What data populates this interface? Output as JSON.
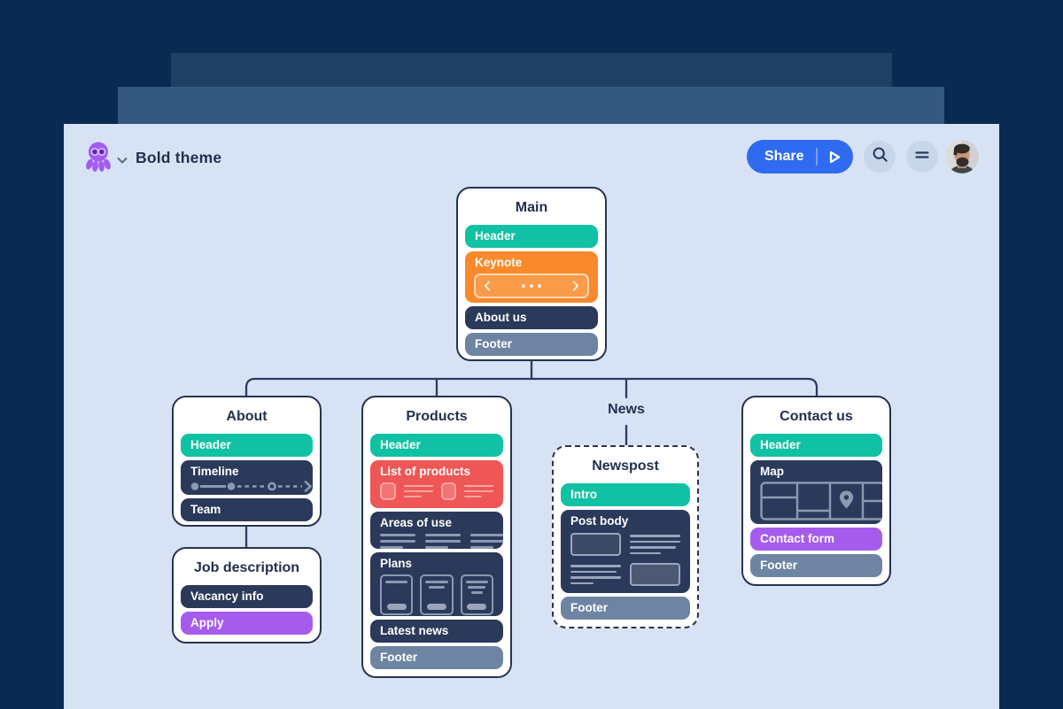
{
  "palette": {
    "background": "#0a2a52",
    "backdrop_layer_1": "#1e4065",
    "backdrop_layer_2": "#35587f",
    "window_background": "#d7e3f5",
    "accent_blue": "#2e6bf0",
    "teal_block": "#10c2a3",
    "orange_block": "#f98a2b",
    "red_block": "#ef5656",
    "navy_block": "#2b3a5a",
    "slate_block": "#6e84a3",
    "purple_block": "#a55ced",
    "connector_line": "#2c3b5c"
  },
  "header": {
    "app_title": "Bold theme",
    "share_button": "Share",
    "icons": {
      "logo": "octopus-logo",
      "logo_chevron": "chevron-down",
      "share_play": "play-triangle",
      "search": "magnifier",
      "menu": "hamburger-equals",
      "avatar": "user-photo"
    }
  },
  "sitemap": {
    "main": {
      "title": "Main",
      "header": "Header",
      "keynote": "Keynote",
      "about_us": "About us",
      "footer": "Footer"
    },
    "about": {
      "title": "About",
      "header": "Header",
      "timeline": "Timeline",
      "team": "Team"
    },
    "job": {
      "title": "Job description",
      "vacancy": "Vacancy info",
      "apply": "Apply"
    },
    "products": {
      "title": "Products",
      "header": "Header",
      "list": "List of products",
      "areas": "Areas of use",
      "plans": "Plans",
      "latest": "Latest news",
      "footer": "Footer"
    },
    "news": {
      "label": "News"
    },
    "newspost": {
      "title": "Newspost",
      "intro": "Intro",
      "post_body": "Post body",
      "footer": "Footer"
    },
    "contact": {
      "title": "Contact us",
      "header": "Header",
      "map": "Map",
      "form": "Contact form",
      "footer": "Footer"
    }
  }
}
